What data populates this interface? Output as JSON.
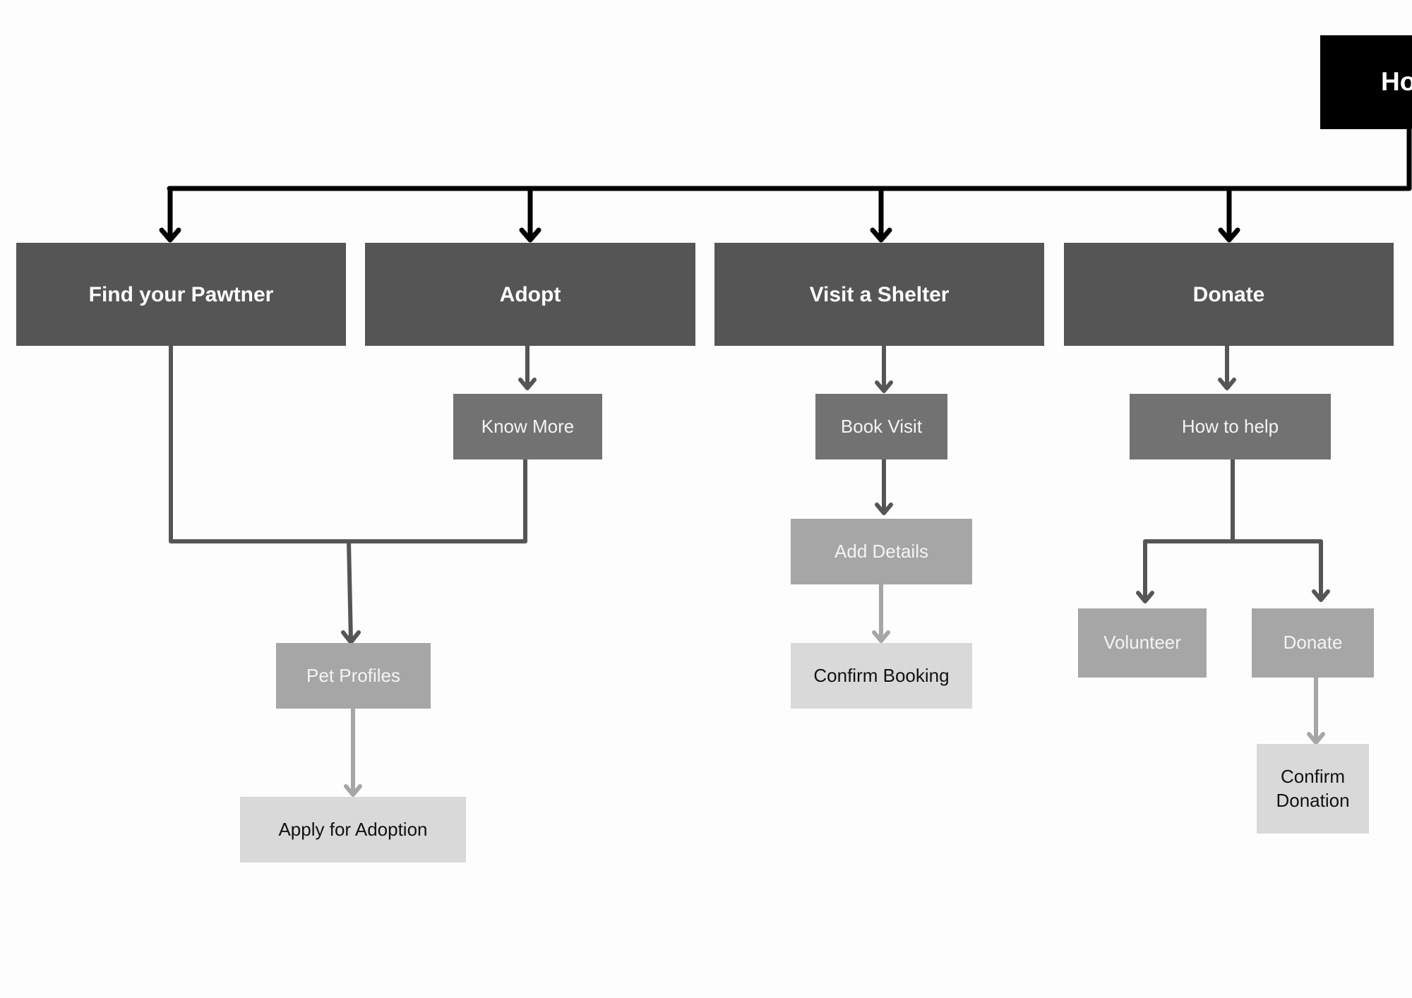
{
  "nodes": {
    "home": "Ho",
    "find_your_pawtner": "Find your Pawtner",
    "adopt": "Adopt",
    "visit_a_shelter": "Visit a Shelter",
    "donate_main": "Donate",
    "know_more": "Know More",
    "book_visit": "Book Visit",
    "how_to_help": "How to help",
    "add_details": "Add Details",
    "pet_profiles": "Pet Profiles",
    "confirm_booking": "Confirm Booking",
    "volunteer": "Volunteer",
    "donate_sub": "Donate",
    "apply_for_adoption": "Apply for Adoption",
    "confirm_donation": "Confirm Donation"
  },
  "colors": {
    "level0": "#000000",
    "level1": "#555555",
    "level2": "#727272",
    "level3": "#a6a6a6",
    "level4": "#d9d9d9",
    "connector_dark": "#000000",
    "connector_mid": "#555555",
    "connector_light": "#a6a6a6"
  }
}
